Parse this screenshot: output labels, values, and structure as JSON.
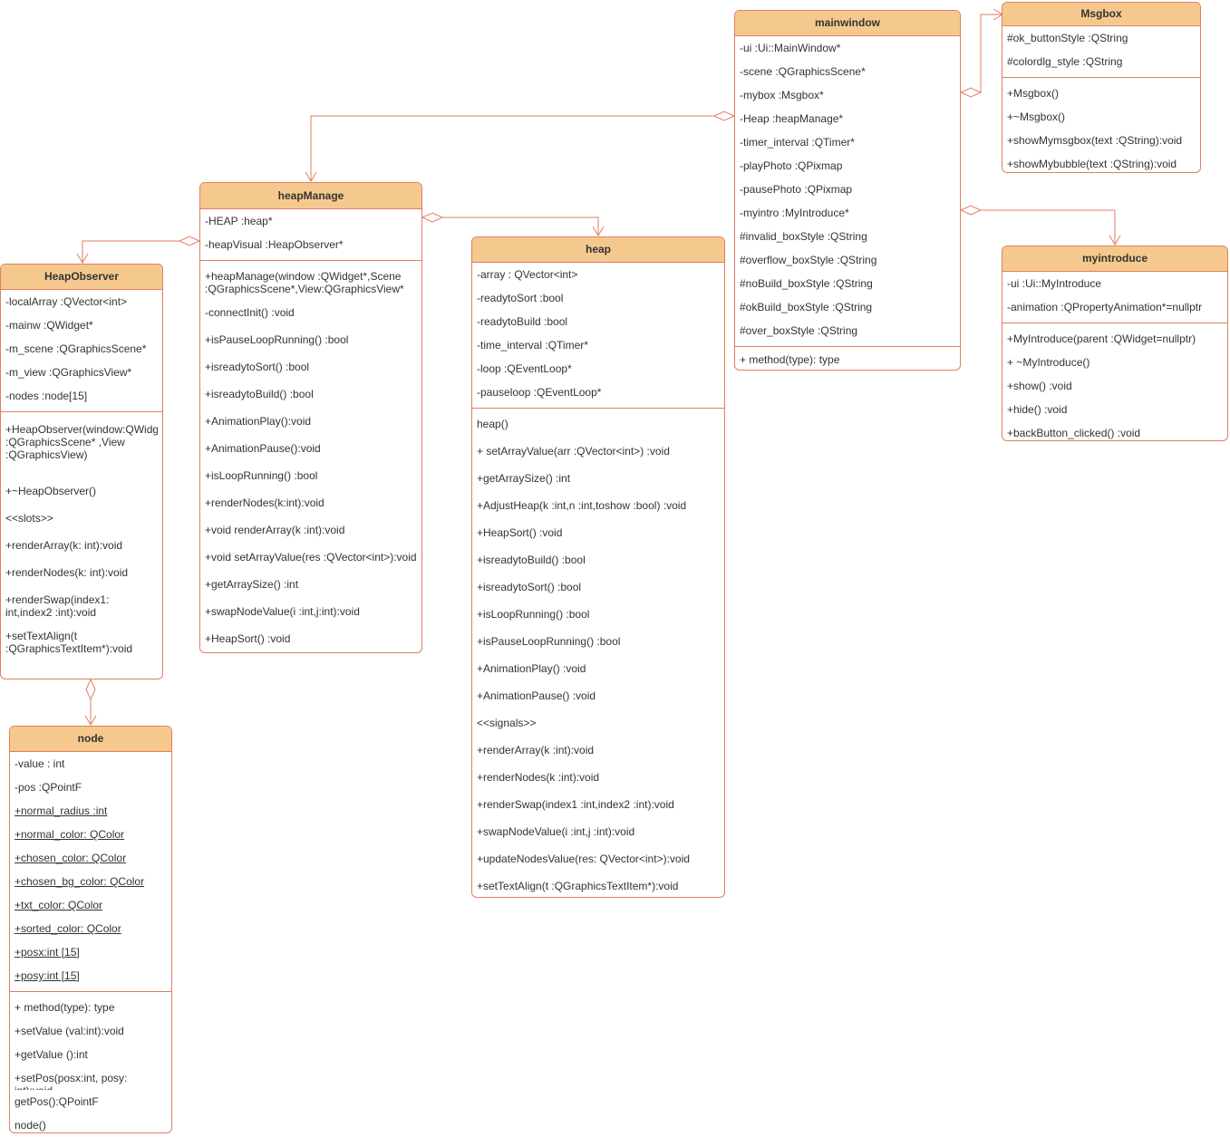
{
  "colors": {
    "header_fill": "#f5c98d",
    "border": "#e07e63",
    "text": "#333333"
  },
  "classes": [
    {
      "id": "mainwindow",
      "name": "mainwindow",
      "attributes": [
        "-ui :Ui::MainWindow*",
        "-scene :QGraphicsScene*",
        "-mybox :Msgbox*",
        "-Heap :heapManage*",
        "-timer_interval :QTimer*",
        "-playPhoto :QPixmap",
        "-pausePhoto :QPixmap",
        "-myintro :MyIntroduce*",
        "#invalid_boxStyle :QString",
        "#overflow_boxStyle :QString",
        "#noBuild_boxStyle :QString",
        "#okBuild_boxStyle :QString",
        "#over_boxStyle :QString"
      ],
      "methods": [
        "+ method(type): type"
      ]
    },
    {
      "id": "msgbox",
      "name": "Msgbox",
      "attributes": [
        "#ok_buttonStyle :QString",
        "#colordlg_style :QString"
      ],
      "methods": [
        "+Msgbox()",
        "+~Msgbox()",
        "+showMymsgbox(text :QString):void",
        "+showMybubble(text :QString):void"
      ]
    },
    {
      "id": "heapmanage",
      "name": "heapManage",
      "attributes": [
        "-HEAP :heap*",
        "-heapVisual :HeapObserver*"
      ],
      "methods": [
        "+heapManage(window :QWidget*,Scene :QGraphicsScene*,View:QGraphicsView*",
        "-connectInit() :void",
        "+isPauseLoopRunning() :bool",
        "+isreadytoSort() :bool",
        "+isreadytoBuild() :bool",
        "+AnimationPlay():void",
        "+AnimationPause():void",
        "+isLoopRunning() :bool",
        "+renderNodes(k:int):void",
        "+void renderArray(k :int):void",
        "+void setArrayValue(res :QVector<int>):void",
        "+getArraySize() :int",
        "+swapNodeValue(i :int,j:int):void",
        "+HeapSort() :void"
      ]
    },
    {
      "id": "heap",
      "name": "heap",
      "attributes": [
        "-array : QVector<int>",
        "-readytoSort :bool",
        "-readytoBuild :bool",
        "-time_interval :QTimer*",
        "-loop :QEventLoop*",
        "-pauseloop :QEventLoop*"
      ],
      "methods": [
        "heap()",
        "+ setArrayValue(arr :QVector<int>) :void",
        "+getArraySize() :int",
        "+AdjustHeap(k :int,n :int,toshow :bool) :void",
        "+HeapSort() :void",
        "+isreadytoBuild() :bool",
        "+isreadytoSort() :bool",
        "+isLoopRunning() :bool",
        "+isPauseLoopRunning() :bool",
        "+AnimationPlay() :void",
        "+AnimationPause() :void",
        "<<signals>>",
        "+renderArray(k :int):void",
        "+renderNodes(k :int):void",
        "+renderSwap(index1 :int,index2 :int):void",
        "+swapNodeValue(i :int,j :int):void",
        "+updateNodesValue(res: QVector<int>):void",
        "+setTextAlign(t :QGraphicsTextItem*):void"
      ]
    },
    {
      "id": "myintroduce",
      "name": "myintroduce",
      "attributes": [
        "-ui :Ui::MyIntroduce",
        "-animation :QPropertyAnimation*=nullptr"
      ],
      "methods": [
        "+MyIntroduce(parent :QWidget=nullptr)",
        "+ ~MyIntroduce()",
        "+show() :void",
        "+hide() :void",
        "+backButton_clicked() :void"
      ]
    },
    {
      "id": "heapobserver",
      "name": "HeapObserver",
      "attributes": [
        "-localArray :QVector<int>",
        "-mainw :QWidget*",
        "-m_scene :QGraphicsScene*",
        "-m_view :QGraphicsView*",
        "-nodes :node[15]"
      ],
      "methods": [
        "+HeapObserver(window:QWidget,Scene :QGraphicsScene* ,View :QGraphicsView)",
        "+~HeapObserver()",
        "<<slots>>",
        "+renderArray(k: int):void",
        "+renderNodes(k: int):void",
        "+renderSwap(index1: int,index2 :int):void",
        "+setTextAlign(t :QGraphicsTextItem*):void"
      ]
    },
    {
      "id": "node",
      "name": "node",
      "attributes": [
        "-value : int",
        "-pos :QPointF",
        "+normal_radius :int",
        "+normal_color: QColor",
        "+chosen_color: QColor",
        "+chosen_bg_color: QColor",
        "+txt_color: QColor",
        "+sorted_color: QColor",
        "+posx:int [15]",
        "+posy:int [15]"
      ],
      "methods": [
        "+ method(type): type",
        "+setValue (val:int):void",
        "+getValue ():int",
        "+setPos(posx:int, posy: int):void",
        "getPos():QPointF",
        "node()"
      ]
    }
  ],
  "relations": [
    {
      "type": "aggregation",
      "whole": "mainwindow",
      "part": "msgbox"
    },
    {
      "type": "aggregation",
      "whole": "mainwindow",
      "part": "heapmanage"
    },
    {
      "type": "aggregation",
      "whole": "mainwindow",
      "part": "myintroduce"
    },
    {
      "type": "aggregation",
      "whole": "heapmanage",
      "part": "heap"
    },
    {
      "type": "aggregation",
      "whole": "heapmanage",
      "part": "heapobserver"
    },
    {
      "type": "aggregation",
      "whole": "heapobserver",
      "part": "node"
    }
  ]
}
